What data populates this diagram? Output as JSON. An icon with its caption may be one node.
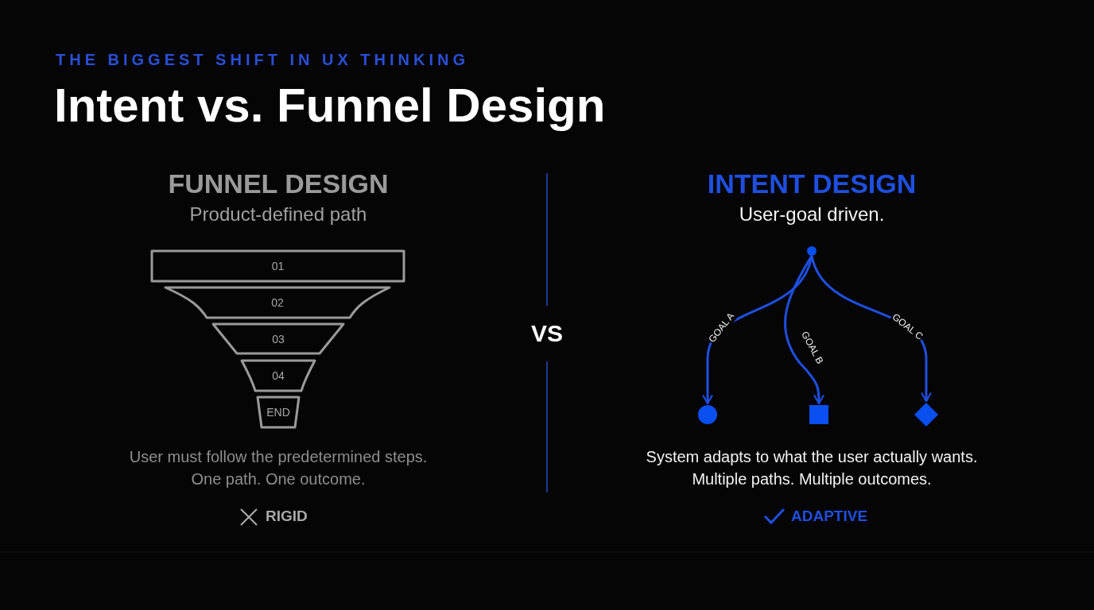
{
  "diagram": {
    "title": "Intent vs. Funnel Design",
    "nodes": [
      {
        "text": [
          "01"
        ]
      },
      {
        "text": [
          "02"
        ]
      },
      {
        "text": [
          "03"
        ]
      },
      {
        "text": [
          "04"
        ]
      },
      {
        "text": [
          "END"
        ]
      },
      {
        "text": [],
        "shape": "circle"
      },
      {
        "text": [],
        "shape": "circle"
      },
      {
        "text": [],
        "shape": "box"
      },
      {
        "text": [],
        "shape": "diamond"
      }
    ],
    "edges": [
      {
        "from": 5,
        "to": 6,
        "arrow": "to",
        "label": "GOAL A"
      },
      {
        "from": 5,
        "to": 7,
        "arrow": "to",
        "label": "GOAL B"
      },
      {
        "from": 5,
        "to": 8,
        "arrow": "to",
        "label": "GOAL C"
      }
    ],
    "labels": [
      "THE BIGGEST SHIFT IN UX THINKING",
      "FUNNEL DESIGN",
      "Product-defined path",
      "INTENT DESIGN",
      "User-goal driven.",
      "VS",
      "User must follow the predetermined steps.",
      "One path. One outcome.",
      "System adapts to what the user actually wants.",
      "Multiple paths. Multiple outcomes.",
      "RIGID",
      "ADAPTIVE"
    ]
  }
}
